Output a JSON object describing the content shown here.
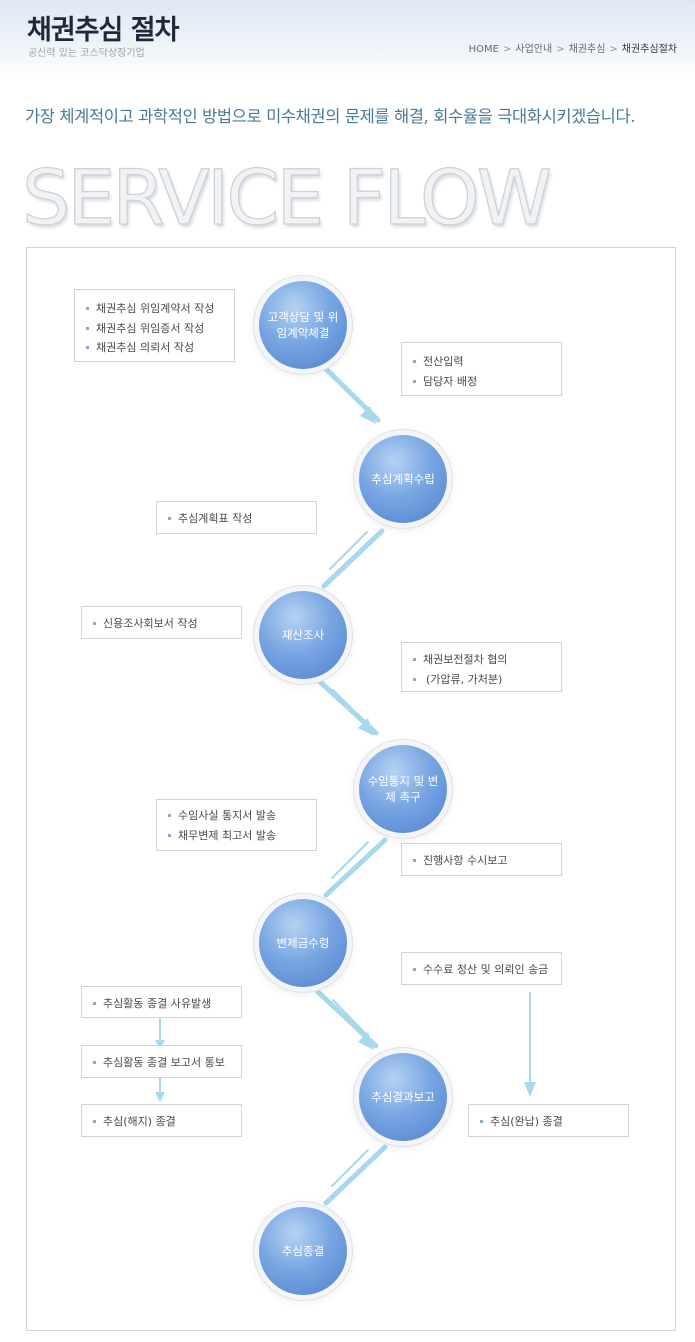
{
  "header": {
    "title": "채권추심 절차",
    "subtitle": "공신력 있는 코스닥상장기업",
    "breadcrumb": [
      "HOME",
      "사업안내",
      "채권추심",
      "채권추심절차"
    ]
  },
  "intro": "가장 체계적이고 과학적인 방법으로 미수채권의 문제를 해결, 회수율을 극대화시키겠습니다.",
  "section_title": "SERVICE FLOW",
  "steps": [
    {
      "label": "고객상담 및 위임계약체결"
    },
    {
      "label": "추심계획수립"
    },
    {
      "label": "재산조사"
    },
    {
      "label": "수임통지 및 변제 촉구"
    },
    {
      "label": "변제금수령"
    },
    {
      "label": "추심결과보고"
    },
    {
      "label": "추심종결"
    }
  ],
  "notes": [
    {
      "items": [
        "채권추심 위임계약서 작성",
        "채권추심 위임증서 작성",
        "채권추심 의뢰서 작성"
      ]
    },
    {
      "items": [
        "전산입력",
        "담당자 배정"
      ]
    },
    {
      "items": [
        "추심계획표 작성"
      ]
    },
    {
      "items": [
        "신용조사회보서 작성"
      ]
    },
    {
      "items": [
        "채권보전절차 협의",
        "(가압류, 가처분)"
      ]
    },
    {
      "items": [
        "수임사실 통지서 발송",
        "채무변제 최고서 발송"
      ]
    },
    {
      "items": [
        "진행사항 수시보고"
      ]
    },
    {
      "items": [
        "수수료 정산 및 의뢰인 송금"
      ]
    },
    {
      "items": [
        "추심활동 종결 사유발생"
      ]
    },
    {
      "items": [
        "추심활동 종결 보고서 통보"
      ]
    },
    {
      "items": [
        "추심(해지) 종결"
      ]
    },
    {
      "items": [
        "추심(완납) 종결"
      ]
    }
  ],
  "colors": {
    "circle": "#6f9fe0",
    "connector": "#a9d8ee",
    "intro_text": "#4a7898"
  }
}
